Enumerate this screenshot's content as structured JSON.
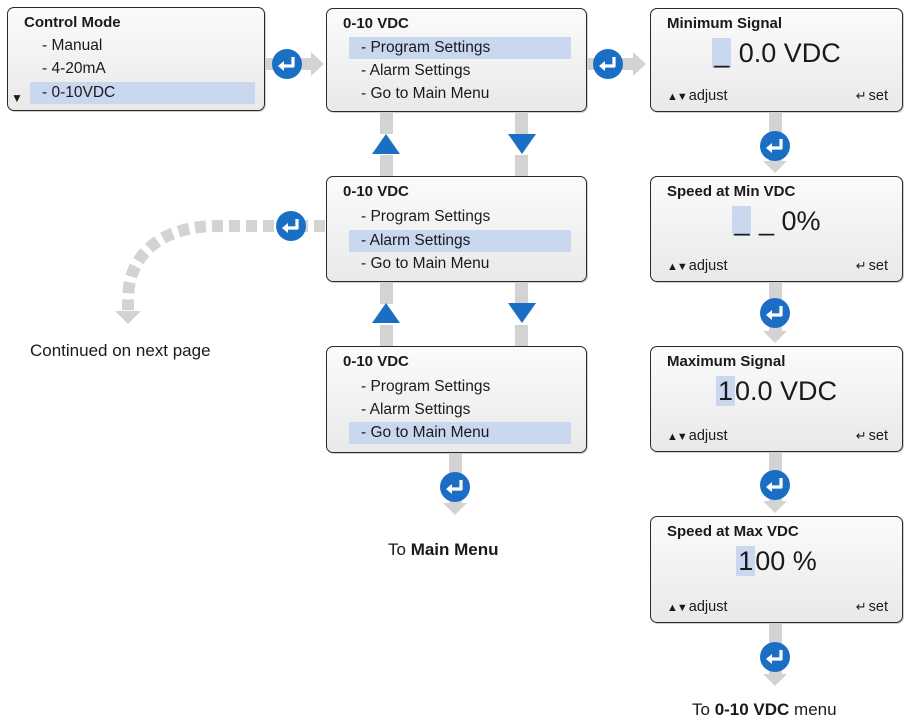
{
  "control_mode": {
    "title": "Control Mode",
    "items": [
      "- Manual",
      "- 4-20mA",
      "- 0-10VDC"
    ],
    "selected": 2,
    "scroll_indicator": "▼"
  },
  "menus": [
    {
      "title": "0-10 VDC",
      "items": [
        "- Program Settings",
        "- Alarm Settings",
        "- Go to Main Menu"
      ],
      "selected": 0
    },
    {
      "title": "0-10 VDC",
      "items": [
        "- Program Settings",
        "- Alarm Settings",
        "- Go to Main Menu"
      ],
      "selected": 1
    },
    {
      "title": "0-10 VDC",
      "items": [
        "- Program Settings",
        "- Alarm Settings",
        "- Go to Main Menu"
      ],
      "selected": 2
    }
  ],
  "settings": [
    {
      "title": "Minimum Signal",
      "cursor": "_",
      "value": " 0.0 VDC"
    },
    {
      "title": "Speed at Min VDC",
      "cursor": "_",
      "value": " _ 0%"
    },
    {
      "title": "Maximum Signal",
      "cursor": "1",
      "value": "0.0 VDC"
    },
    {
      "title": "Speed at Max VDC",
      "cursor": "1",
      "value": "00 %"
    }
  ],
  "footer": {
    "adjust_icon": "▲▼",
    "adjust": "adjust",
    "set_icon": "↵",
    "set": "set"
  },
  "captions": {
    "continued": "Continued on next page",
    "to_main_prefix": "To ",
    "to_main_bold": "Main Menu",
    "to_vdc_prefix": "To ",
    "to_vdc_bold": "0-10 VDC",
    "to_vdc_suffix": " menu"
  },
  "colors": {
    "accent": "#1a6fc4",
    "highlight": "#c9d8ef",
    "connector": "#d3d3d3"
  }
}
